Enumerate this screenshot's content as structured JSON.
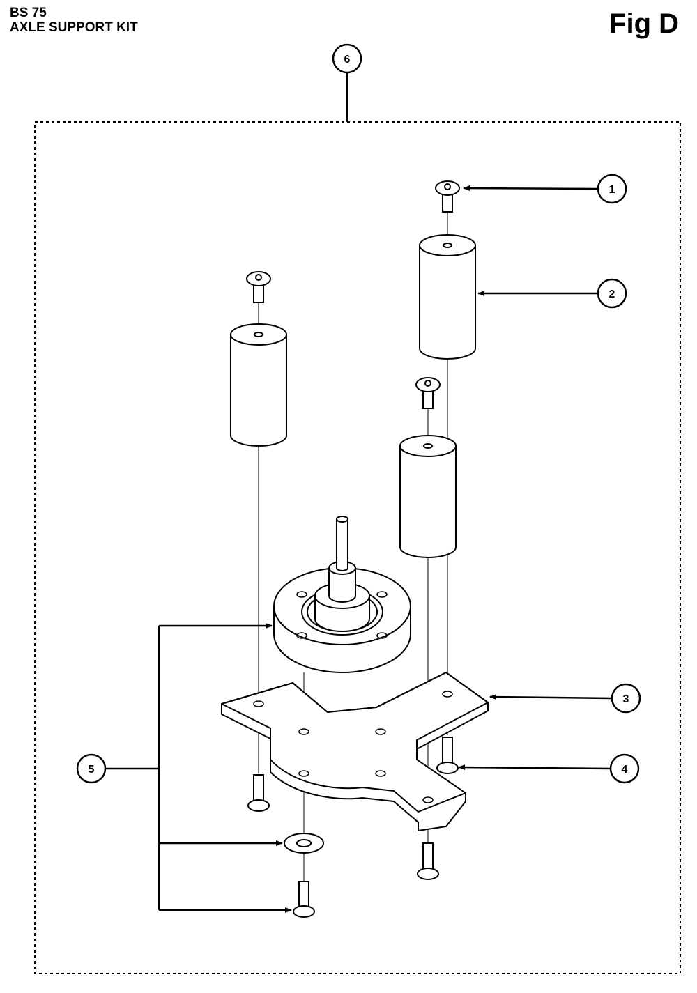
{
  "header": {
    "model": "BS 75",
    "title": "AXLE SUPPORT KIT",
    "figure": "Fig D"
  },
  "callouts": [
    {
      "id": "c1",
      "label": "1"
    },
    {
      "id": "c2",
      "label": "2"
    },
    {
      "id": "c3",
      "label": "3"
    },
    {
      "id": "c4",
      "label": "4"
    },
    {
      "id": "c5",
      "label": "5"
    },
    {
      "id": "c6",
      "label": "6"
    }
  ]
}
